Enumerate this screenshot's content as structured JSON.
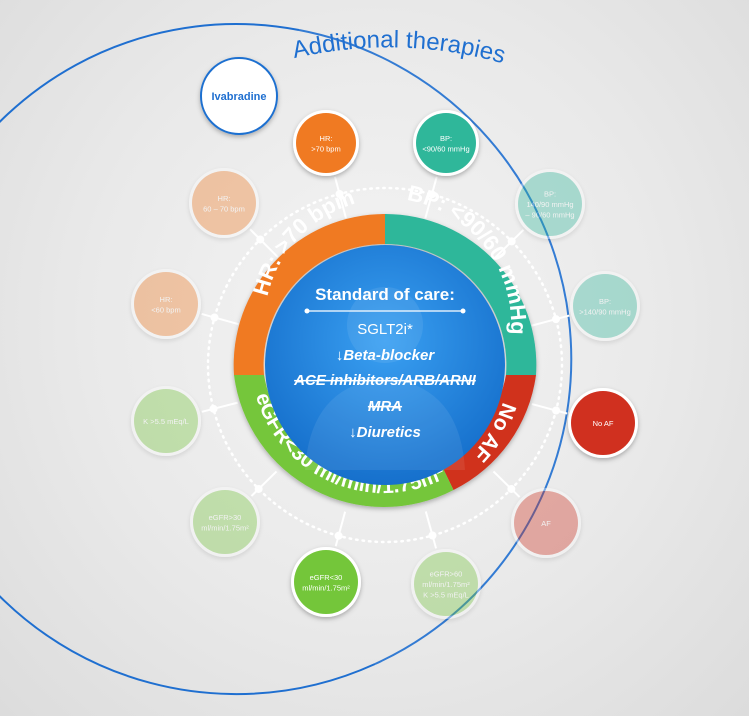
{
  "title": "Additional therapies",
  "ivabradine": "Ivabradine",
  "colors": {
    "orange": "#f07a22",
    "teal": "#2fb79a",
    "red": "#d0301f",
    "green": "#74c63a",
    "blue": "#1e88e0",
    "outline_blue": "#1f6fd0"
  },
  "segments": {
    "hr": "HR: >70 bpm",
    "bp": "BP: <90/60 mmHg",
    "af": "No AF",
    "egfr": "eGFR<30 ml/min/1.75m²"
  },
  "center": {
    "heading": "Standard of care:",
    "items": [
      {
        "text": "SGLT2i*",
        "style": "normal"
      },
      {
        "text": "↓Beta-blocker",
        "style": "italic-bold"
      },
      {
        "text": "ACE inhibitors/ARB/ARNI",
        "style": "strike"
      },
      {
        "text": "MRA",
        "style": "strike"
      },
      {
        "text": "↓Diuretics",
        "style": "italic-bold"
      }
    ]
  },
  "nodes": [
    {
      "id": "hr-70",
      "lines": [
        "HR:",
        ">70 bpm"
      ],
      "color": "#f07a22",
      "active": true
    },
    {
      "id": "bp-90-60",
      "lines": [
        "BP:",
        "<90/60 mmHg"
      ],
      "color": "#2fb79a",
      "active": true
    },
    {
      "id": "bp-140-90",
      "lines": [
        "BP:",
        "140/90 mmHg",
        "– 90/60 mmHg"
      ],
      "color": "#2fb79a",
      "active": false
    },
    {
      "id": "bp-over-140",
      "lines": [
        "BP:",
        ">140/90 mmHg"
      ],
      "color": "#2fb79a",
      "active": false
    },
    {
      "id": "no-af",
      "lines": [
        "No AF"
      ],
      "color": "#d0301f",
      "active": true
    },
    {
      "id": "af",
      "lines": [
        "AF"
      ],
      "color": "#d0301f",
      "active": false
    },
    {
      "id": "egfr-60",
      "lines": [
        "eGFR>60",
        "ml/min/1.75m²",
        "K >5.5 mEq/L"
      ],
      "color": "#74c63a",
      "active": false
    },
    {
      "id": "egfr-30",
      "lines": [
        "eGFR<30",
        "ml/min/1.75m²"
      ],
      "color": "#74c63a",
      "active": true
    },
    {
      "id": "egfr-over-30",
      "lines": [
        "eGFR>30",
        "ml/min/1.75m²"
      ],
      "color": "#74c63a",
      "active": false
    },
    {
      "id": "k-5-5",
      "lines": [
        "K >5.5 mEq/L"
      ],
      "color": "#74c63a",
      "active": false
    },
    {
      "id": "hr-60",
      "lines": [
        "HR:",
        "<60 bpm"
      ],
      "color": "#f07a22",
      "active": false
    },
    {
      "id": "hr-60-70",
      "lines": [
        "HR:",
        "60 – 70 bpm"
      ],
      "color": "#f07a22",
      "active": false
    }
  ]
}
